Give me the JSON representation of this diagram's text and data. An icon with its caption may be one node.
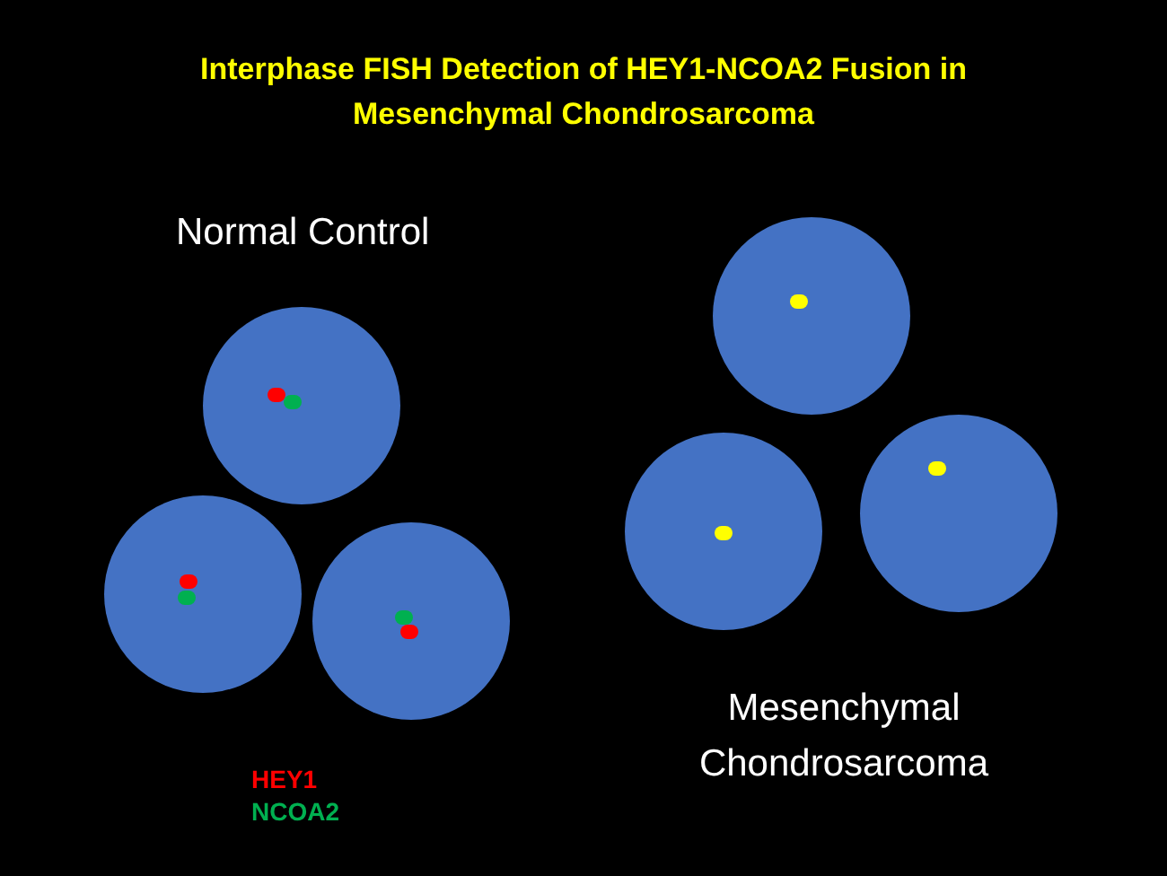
{
  "diagram": {
    "title": "Interphase FISH Detection of HEY1-NCOA2 Fusion in Mesenchymal Chondrosarcoma",
    "nodes": [
      {
        "text": [],
        "shape": "circle"
      },
      {
        "text": [],
        "shape": "circle"
      },
      {
        "text": [],
        "shape": "circle"
      },
      {
        "text": [],
        "shape": "circle"
      },
      {
        "text": [],
        "shape": "circle"
      },
      {
        "text": [],
        "shape": "circle"
      }
    ],
    "labels": [
      "Normal Control",
      "Mesenchymal Chondrosarcoma"
    ],
    "legend": [
      {
        "text": "HEY1",
        "color": "#ff0000"
      },
      {
        "text": "NCOA2",
        "color": "#00b050"
      }
    ]
  }
}
